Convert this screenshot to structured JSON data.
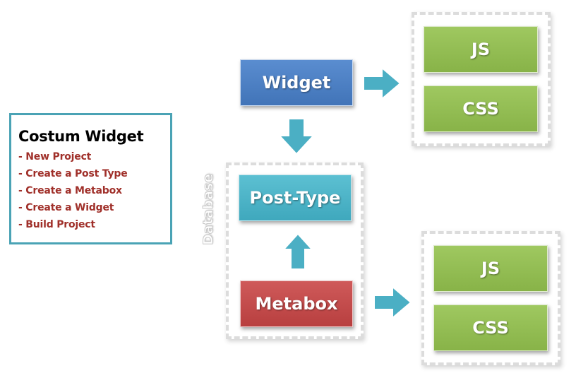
{
  "info": {
    "title": "Costum Widget",
    "items": [
      "- New Project",
      "- Create a Post Type",
      "- Create a Metabox",
      "- Create a Widget",
      "- Build Project"
    ]
  },
  "boxes": {
    "widget": "Widget",
    "post_type": "Post-Type",
    "metabox": "Metabox",
    "js_top": "JS",
    "css_top": "CSS",
    "js_bottom": "JS",
    "css_bottom": "CSS"
  },
  "database_label": "Database",
  "colors": {
    "widget": "#4a7fc4",
    "post_type": "#4bb4c8",
    "metabox": "#c44c4c",
    "asset": "#94bd54",
    "arrow": "#4bafc4",
    "info_border": "#4aa3b5",
    "info_items": "#a0302a"
  }
}
